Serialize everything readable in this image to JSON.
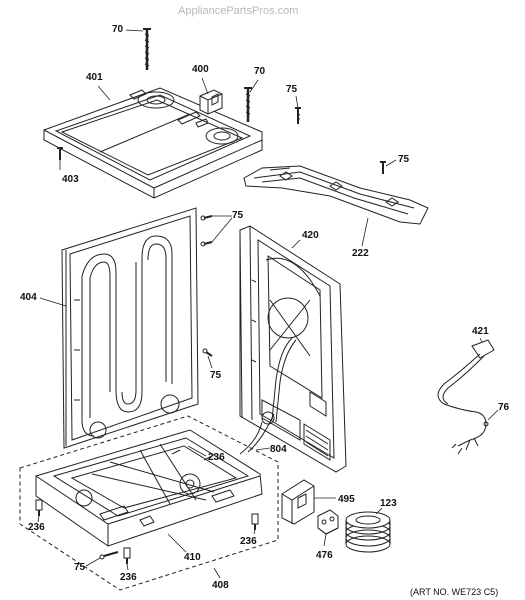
{
  "watermark": "AppliancePartsPros.com",
  "art_number": "(ART NO. WE723 C5)",
  "callouts": {
    "c70a": "70",
    "c401": "401",
    "c400": "400",
    "c70b": "70",
    "c75a": "75",
    "c75b": "75",
    "c403": "403",
    "c75c": "75",
    "c420": "420",
    "c222": "222",
    "c404": "404",
    "c75d": "75",
    "c421": "421",
    "c76": "76",
    "c236a": "236",
    "c804": "804",
    "c495": "495",
    "c123": "123",
    "c236b": "236",
    "c410": "410",
    "c236c": "236",
    "c476": "476",
    "c75e": "75",
    "c236d": "236",
    "c408": "408"
  }
}
